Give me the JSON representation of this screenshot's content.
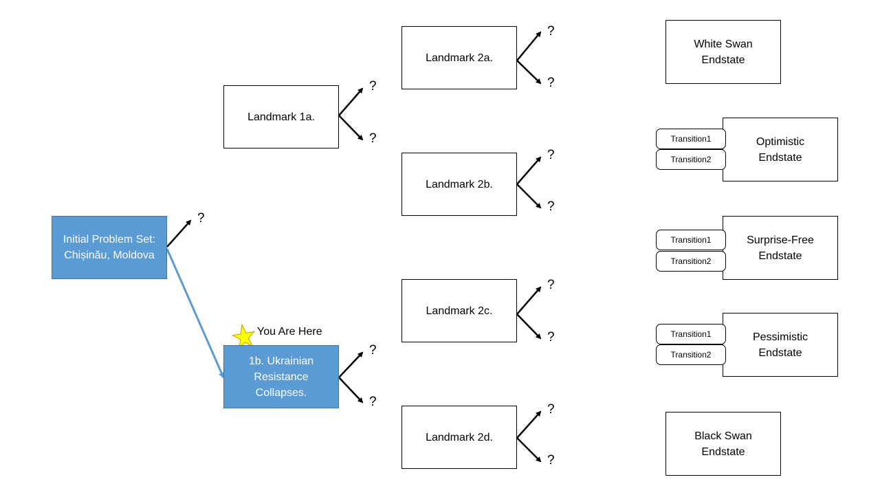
{
  "initial": {
    "line1": "Initial Problem Set:",
    "line2": "Chișinău, Moldova"
  },
  "l1a": "Landmark 1a.",
  "l1b": {
    "line1": "1b. Ukrainian",
    "line2": "Resistance",
    "line3": "Collapses."
  },
  "you_are_here": "You Are Here",
  "landmarks2": [
    "Landmark 2a.",
    "Landmark 2b.",
    "Landmark 2c.",
    "Landmark 2d."
  ],
  "question": "?",
  "endstates": {
    "white": {
      "line1": "White Swan",
      "line2": "Endstate"
    },
    "optimistic": {
      "line1": "Optimistic",
      "line2": "Endstate"
    },
    "surprise": {
      "line1": "Surprise-Free",
      "line2": "Endstate"
    },
    "pessimistic": {
      "line1": "Pessimistic",
      "line2": "Endstate"
    },
    "black": {
      "line1": "Black Swan",
      "line2": "Endstate"
    }
  },
  "transitions": [
    "Transition1",
    "Transition2"
  ],
  "colors": {
    "highlight_box": "#5b9bd5",
    "highlight_line": "#5b9bd5",
    "star": "#ffff00"
  }
}
